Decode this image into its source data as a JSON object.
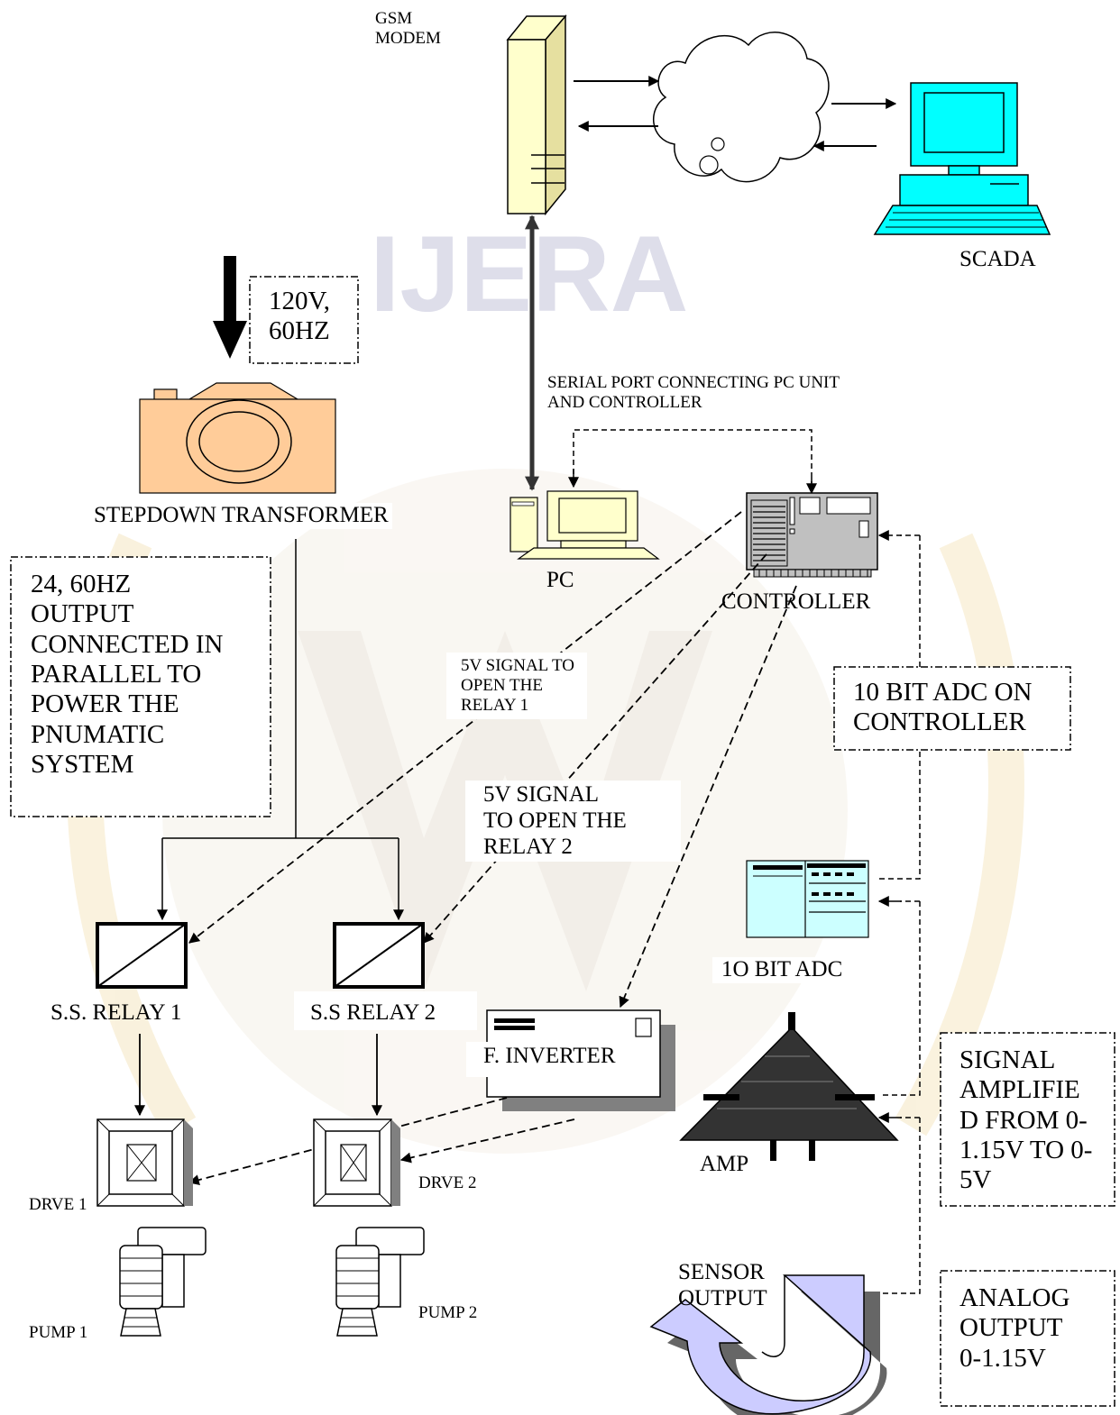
{
  "watermark": "IJERA",
  "labels": {
    "gsm_modem": "GSM\nMODEM",
    "scada": "SCADA",
    "supply_box": "120V,\n60HZ",
    "serial_port": "SERIAL PORT CONNECTING PC UNIT\nAND CONTROLLER",
    "transformer": "STEPDOWN TRANSFORMER",
    "pc": "PC",
    "controller": "CONTROLLER",
    "output_note": "24, 60HZ\nOUTPUT\nCONNECTED IN\nPARALLEL TO\nPOWER THE\nPNUMATIC\nSYSTEM",
    "signal_relay1": "5V SIGNAL TO\nOPEN THE\nRELAY 1",
    "adc_on_controller": "10 BIT ADC ON\nCONTROLLER",
    "signal_relay2": "5V SIGNAL\nTO OPEN THE\nRELAY 2",
    "adc": "1O BIT ADC",
    "relay1": "S.S. RELAY 1",
    "relay2": "S.S RELAY 2",
    "inverter": "F. INVERTER",
    "amp": "AMP",
    "amplified_note": "SIGNAL\nAMPLIFIE\nD FROM 0-\n1.15V TO 0-\n5V",
    "drive1": "DRVE 1",
    "drive2": "DRVE 2",
    "sensor_output": "SENSOR\nOUTPUT",
    "pump1": "PUMP 1",
    "pump2": "PUMP 2",
    "analog_output": "ANALOG\nOUTPUT\n0-1.15V"
  },
  "colors": {
    "modem": "#ffffcc",
    "computer": "#00ffff",
    "transformer": "#ffcc99",
    "adc": "#ccffff",
    "controller": "#c0c0c0",
    "sensor_arrow": "#ccccff"
  },
  "icons": [
    "modem-tower-icon",
    "cloud-icon",
    "scada-computer-icon",
    "transformer-icon",
    "pc-icon",
    "controller-board-icon",
    "adc-icon",
    "relay-icon",
    "inverter-icon",
    "amplifier-icon",
    "drive-icon",
    "pump-icon",
    "sensor-arrow-icon"
  ]
}
